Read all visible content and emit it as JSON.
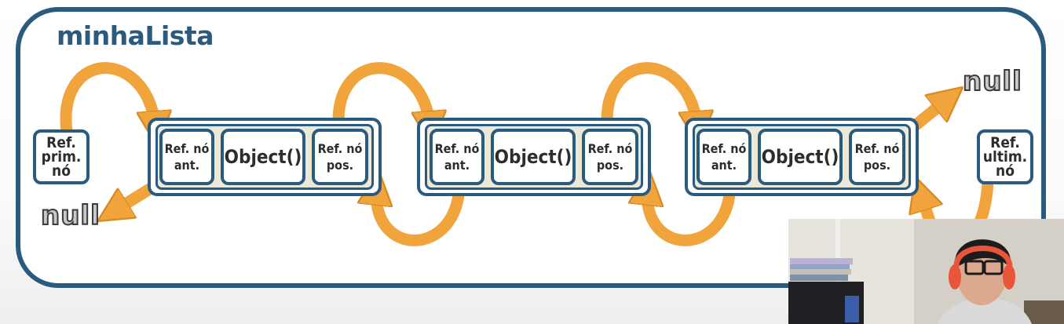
{
  "title": "minhaLista",
  "head_ref": "Ref.\nprim.\nnó",
  "tail_ref": "Ref.\nultim.\nnó",
  "null_label": "null",
  "nodes": [
    {
      "prev": "Ref. nó\nant.",
      "value": "Object()",
      "next": "Ref. nó\npos."
    },
    {
      "prev": "Ref. nó\nant.",
      "value": "Object()",
      "next": "Ref. nó\npos."
    },
    {
      "prev": "Ref. nó\nant.",
      "value": "Object()",
      "next": "Ref. nó\npos."
    }
  ],
  "colors": {
    "border": "#2a5a7e",
    "node_fill": "#ece9d8",
    "arrow": "#f1a43c"
  }
}
